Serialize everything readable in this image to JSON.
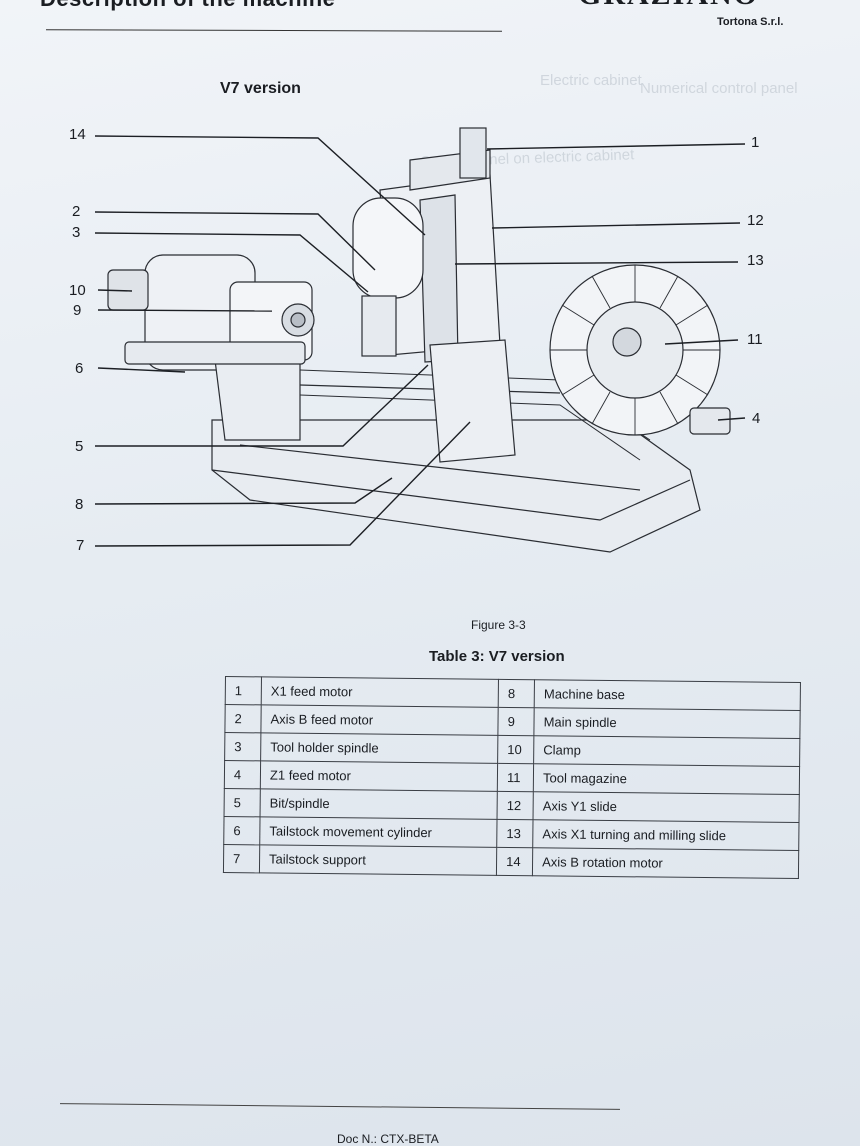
{
  "header": {
    "section_title": "Description of the machine",
    "logo": "GRAZIANO",
    "company": "Tortona S.r.l."
  },
  "ghost_text": {
    "left": "Electric cabinet",
    "middle": "Numerical control panel",
    "right": "Control panel on electric cabinet"
  },
  "figure": {
    "heading": "V7 version",
    "caption": "Figure 3-3",
    "callouts_left": [
      "14",
      "2",
      "3",
      "10",
      "9",
      "6",
      "5",
      "8",
      "7"
    ],
    "callouts_right": [
      "1",
      "12",
      "13",
      "11",
      "4"
    ]
  },
  "table": {
    "title": "Table 3: V7 version",
    "rows": [
      [
        {
          "n": "1",
          "label": "X1 feed motor"
        },
        {
          "n": "8",
          "label": "Machine base"
        }
      ],
      [
        {
          "n": "2",
          "label": "Axis B feed motor"
        },
        {
          "n": "9",
          "label": "Main spindle"
        }
      ],
      [
        {
          "n": "3",
          "label": "Tool holder spindle"
        },
        {
          "n": "10",
          "label": "Clamp"
        }
      ],
      [
        {
          "n": "4",
          "label": "Z1 feed motor"
        },
        {
          "n": "11",
          "label": "Tool magazine"
        }
      ],
      [
        {
          "n": "5",
          "label": "Bit/spindle"
        },
        {
          "n": "12",
          "label": "Axis Y1 slide"
        }
      ],
      [
        {
          "n": "6",
          "label": "Tailstock movement cylinder"
        },
        {
          "n": "13",
          "label": "Axis X1 turning and milling slide"
        }
      ],
      [
        {
          "n": "7",
          "label": "Tailstock support"
        },
        {
          "n": "14",
          "label": "Axis B rotation motor"
        }
      ]
    ]
  },
  "footer": {
    "doc_no": "Doc N.: CTX-BETA"
  }
}
